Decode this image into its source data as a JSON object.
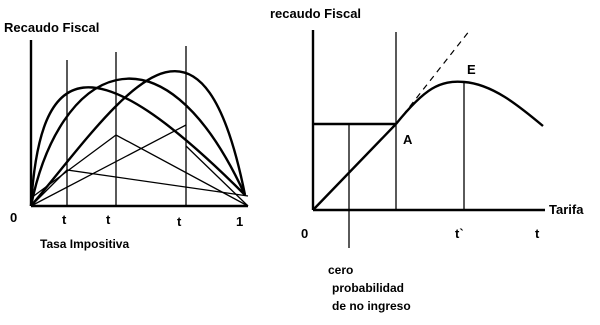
{
  "left_panel": {
    "ylabel": "Recaudo Fiscal",
    "xlabel": "Tasa Impositiva",
    "origin_label": "0",
    "end_label": "1",
    "tick_labels": [
      "t",
      "t",
      "t"
    ]
  },
  "right_panel": {
    "ylabel": "recaudo Fiscal",
    "xlabel": "Tarifa",
    "origin_label": "0",
    "point_a_label": "A",
    "point_e_label": "E",
    "tick_t_prime_label": "t`",
    "tick_t_label": "t",
    "annotation_lines": [
      "cero",
      "probabilidad",
      "de no ingreso"
    ]
  },
  "colors": {
    "ink": "#000000",
    "background": "#ffffff"
  }
}
